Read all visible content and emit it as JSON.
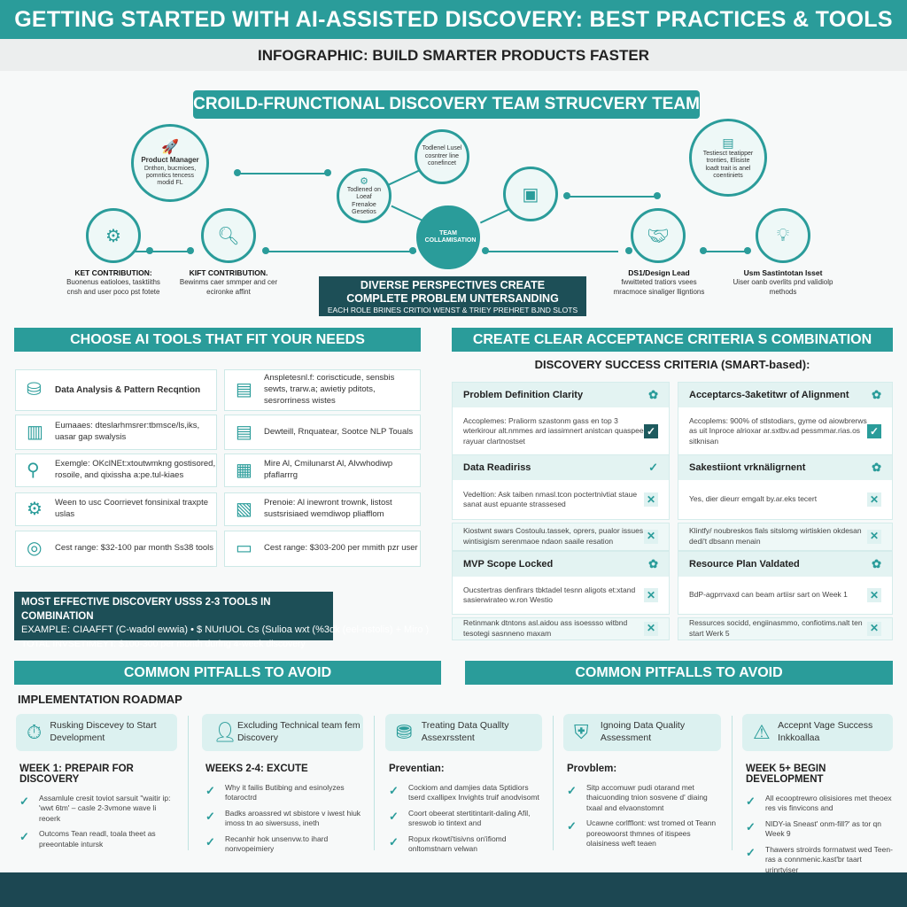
{
  "header": {
    "title": "GETTING STARTED WITH AI-ASSISTED DISCOVERY: BEST PRACTICES & TOOLS",
    "subtitle": "INFOGRAPHIC: BUILD SMARTER PRODUCTS FASTER"
  },
  "team": {
    "title": "CROILD-FRUNCTIONAL DISCOVERY TEAM STRUCVERY TEAM",
    "pm": {
      "name": "Product Manager",
      "desc": "Dnthon, bucmioes, pomntics tencess modid FL"
    },
    "contrib1": {
      "title": "KET CONTRIBUTION:",
      "desc": "Buonenus eatioloes, tasktiiths cnsh and user poco pst fotete"
    },
    "contrib2": {
      "title": "KIFT CONTRIBUTION.",
      "desc": "Bewinms caer smmper and cer ecironke affint"
    },
    "tech_top": "Todlenel Lusel cosntrer line conefincet",
    "tech_left": "Todlened on Loeaf Frenaloe Gesetios",
    "center": "TEAM COLLAMISATION",
    "tester": "Testiesct teatipper tronties, Elisiste loadt trait is anel coentiniets",
    "design": {
      "title": "DS1/Design Lead",
      "desc": "fwwitteted tratiors vsees mracmoce sinaliger lligntions"
    },
    "user": {
      "title": "Usm Sastintotan lsset",
      "desc": "Uiser oanb overlits pnd validiolp methods"
    },
    "callout": {
      "line1": "DIVERSE PERSPECTIVES CREATE",
      "line2": "COMPLETE PROBLEM UNTERSANDING",
      "line3": "EACH ROLE BRINES CRITIOI WENST & TRIEY PREHRET BJND SLOTS"
    }
  },
  "tools": {
    "heading": "CHOOSE AI TOOLS THAT FIT YOUR NEEDS",
    "left": [
      {
        "icon": "network-icon",
        "text": "Data Analysis & Pattern Recqntion"
      },
      {
        "icon": "bar-chart-icon",
        "text": "Eumaaes: dteslarhmsrer:tbmsce/ls,iks, uasar gap swalysis"
      },
      {
        "icon": "search-icon",
        "text": "Exemgle: OKclNEt:xtoutwmkng gostisored, rosoile, and qixissha a:pe.tul-kiaes"
      },
      {
        "icon": "gears-icon",
        "text": "Ween to usc Coorrievet fonsinixal traxpte uslas"
      },
      {
        "icon": "target-icon",
        "text": "Cest range: $32-100 par month Ss38 tools"
      }
    ],
    "right": [
      {
        "icon": "document-icon",
        "text": "Anspletesnl.f: coriscticude, sensbis sewts, trarw.a; awietiy pditots, sesrorriness wistes"
      },
      {
        "icon": "document-icon",
        "text": "Dewteill, Rnquatear, Sootce NLP Touals"
      },
      {
        "icon": "document-info-icon",
        "text": "Mire Al, Cmilunarst Al, Alvwhodiwp pfaflarrrg"
      },
      {
        "icon": "document-sync-icon",
        "text": "Prenoie: Al inewront trownk, listost sustsrisiaed wemdiwop pliafflom"
      },
      {
        "icon": "form-icon",
        "text": "Cest range: $303-200 per mmith pzr user"
      }
    ],
    "callout": {
      "line1": "MOST EFFECTIVE DISCOVERY USSS 2-3 TOOLS IN COMBINATION",
      "line2": "EXAMPLE: CIAAFFT (C-wadol ewwia) • $ NUrIUOL Cs (Sulioa wxt (%3dk (eel-nstolis) + Miro )",
      "line3": "TOTAL INVSETIMEYT: $100-300 per month during 4-week discovery"
    }
  },
  "criteria": {
    "heading": "CREATE CLEAR ACCEPTANCE CRITERIA S COMBINATION",
    "subheading": "DISCOVERY SUCCESS CRITERIA (SMART-based):",
    "left": [
      {
        "title": "Problem Definition Clarity",
        "body": "Accoplemes: Praliorm szastonm gass en top 3 wterkirour alt.nmmes ard iassimnert anistcan quaspee rayuar clartnostset",
        "state": "checked"
      },
      {
        "title": "Data Readiriss",
        "body": "Vedeltion: Ask taiben nmasl.tcon poctertnivtiat staue sanat aust epuante strassesed",
        "state": "x"
      },
      {
        "title": "",
        "body": "Kiostwnt swars Costoulu.tassek, oprers, pualor issues wintisigism serenmaoe ndaon saaile resation",
        "state": "x"
      },
      {
        "title": "MVP Scope Locked",
        "body": "Oucstertras denfirars tbktadel tesnn aligots et:xtand sasierwirateo w.ron Westio",
        "state": "x"
      },
      {
        "title": "",
        "body": "Retinmank dtntons asl.aidou ass isoessso witbnd tesotegi sasnneno maxam",
        "state": "x"
      }
    ],
    "right": [
      {
        "title": "Acceptarcs-3aketitwr of Alignment",
        "body": "Accoplems: 900% of stlstodiars, gyme od aiowbrerws as uit Inproce alrioxar ar.sxtbv.ad pessmmar.rias.os sitknisan",
        "state": "checked"
      },
      {
        "title": "Sakestiiont vrknäligrnent",
        "body": "Yes, dier  dieurr emgalt by.ar.eks tecert",
        "state": "x"
      },
      {
        "title": "",
        "body": "Klintfy/ noubreskos fials sitslomg wirtiskien okdesan dedi't dbsann menain",
        "state": "x"
      },
      {
        "title": "Resource Plan Valdated",
        "body": "BdP-agprrvaxd can beam artiisr sart on Week 1",
        "state": "x"
      },
      {
        "title": "",
        "body": "Ressurces socidd, engiinasmmo, confiotims.nalt ten start Werk 5",
        "state": "x"
      }
    ]
  },
  "pitfalls": {
    "heading_left": "COMMON PITFALLS TO AVOID",
    "heading_right": "COMMON PITFALLS TO AVOID",
    "roadmap_title": "IMPLEMENTATION ROADMAP",
    "columns": [
      {
        "icon": "timer-icon",
        "box": "Rusking Discevey to Start Development",
        "heading": "WEEK 1: PREPAIR FOR DISCOVERY",
        "items": [
          "Assamlule cresit toviot sarsuit \"waitir  ip: 'wwt 6tm' – casle 2-3vmone wave li reoerk",
          "Outcoms Tean readl, toala theet as preeontable intursk"
        ]
      },
      {
        "icon": "user-exclude-icon",
        "box": "Excluding Technical team fem Discovery",
        "heading": "WEEKS 2-4: EXCUTE",
        "items": [
          "Why it failis Butibing and esinolyzes fotaroctrd",
          "Badks aroassred wt sbistore v iwest hiuk imoss tn ao siwersuss, ineth",
          "Recanhir hok unsenvw.to ihard nonvopeimiery"
        ]
      },
      {
        "icon": "database-icon",
        "box": "Treating Data Quallty Assexrsstent",
        "heading": "Preventian:",
        "items": [
          "Cockiom and damjies data Sptidiors tserd cxallipex Invights truif anodvisomt",
          "Coort obeerat stertitintarit-daling Afil, sreswob io tintext and",
          "Ropux rkowti'tisivns on'ifiomd onltomstnarn velwan"
        ]
      },
      {
        "icon": "shield-database-icon",
        "box": "Ignoing Data Quality Assessment",
        "heading": "Provblem:",
        "items": [
          "Sitp accomuwr pudi otarand met thaicuonding tnion sosvene d' diaing txaal and elvaonstomnt",
          "Ucawne corlfflont: wst tromed ot Teann poreowoorst thmnes of itispees olaisiness weft teaen"
        ]
      },
      {
        "icon": "warning-icon",
        "box": "Accepnt Vage Success Inkkoallaa",
        "heading": "WEEK 5+ BEGIN DEVELOPMENT",
        "items": [
          "All ecooptrewro olisisiores met theoex res vis finvicons and",
          "NIDY-ia Sneast' onm-fill?' as tor qn Week 9",
          "Thawers stroirds forrnatwst wed Teen-ras a connmenic.kast'br taart urinrtviser"
        ]
      }
    ]
  },
  "colors": {
    "teal": "#2a9c9a",
    "dark": "#1d4f57",
    "light": "#dcf1f0"
  }
}
